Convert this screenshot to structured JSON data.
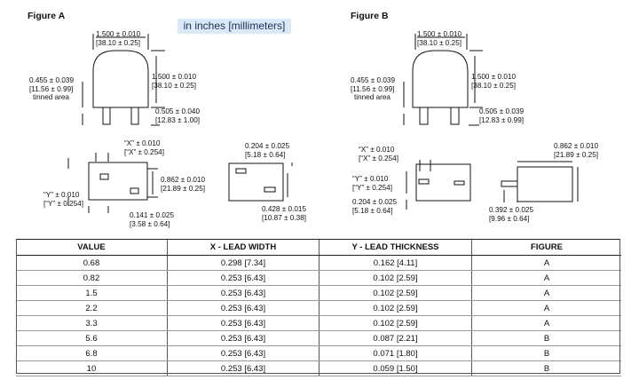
{
  "figure_a": {
    "title": "Figure A",
    "units_note": "in inches [millimeters]",
    "top_width": [
      "1.500 ± 0.010",
      "[38.10 ± 0.25]"
    ],
    "body_height": [
      "1.500 ± 0.010",
      "[38.10 ± 0.25]"
    ],
    "tinned": [
      "0.455 ± 0.039",
      "[11.56 ± 0.99]",
      "tinned area"
    ],
    "lead_length": [
      "0.505 ± 0.040",
      "[12.83 ± 1.00]"
    ],
    "x_dim": [
      "“X” ± 0.010",
      "[“X” ± 0.254]"
    ],
    "y_dim": [
      "“Y” ± 0.010",
      "[“Y” ± 0.254]"
    ],
    "pitch": [
      "0.862 ± 0.010",
      "[21.89 ± 0.25]"
    ],
    "offset": [
      "0.141 ± 0.025",
      "[3.58 ± 0.64]"
    ],
    "side_width": [
      "0.204 ± 0.025",
      "[5.18 ± 0.64]"
    ],
    "side_height": [
      "0.428 ± 0.015",
      "[10.87 ± 0.38]"
    ]
  },
  "figure_b": {
    "title": "Figure B",
    "top_width": [
      "1.500 ± 0.010",
      "[38.10 ± 0.25]"
    ],
    "body_height": [
      "1.500 ± 0.010",
      "[38.10 ± 0.25]"
    ],
    "tinned": [
      "0.455 ± 0.039",
      "[11.56 ± 0.99]",
      "tinned area"
    ],
    "lead_length": [
      "0.505 ± 0.039",
      "[12.83 ± 0.99]"
    ],
    "x_dim": [
      "“X” ± 0.010",
      "[“X” ± 0.254]"
    ],
    "y_dim": [
      "“Y” ± 0.010",
      "[“Y” ± 0.254]"
    ],
    "offset": [
      "0.204 ± 0.025",
      "[5.18 ± 0.64]"
    ],
    "side_width": [
      "0.862 ± 0.010",
      "[21.89 ± 0.25]"
    ],
    "lead_off": [
      "0.392 ± 0.025",
      "[9.96 ± 0.64]"
    ]
  },
  "table": {
    "headers": [
      "VALUE",
      "X - LEAD WIDTH",
      "Y - LEAD THICKNESS",
      "FIGURE"
    ],
    "rows": [
      [
        "0.68",
        "0.298 [7.34]",
        "0.162 [4.11]",
        "A"
      ],
      [
        "0.82",
        "0.253 [6.43]",
        "0.102 [2.59]",
        "A"
      ],
      [
        "1.5",
        "0.253 [6.43]",
        "0.102 [2.59]",
        "A"
      ],
      [
        "2.2",
        "0.253 [6.43]",
        "0.102 [2.59]",
        "A"
      ],
      [
        "3.3",
        "0.253 [6.43]",
        "0.102 [2.59]",
        "A"
      ],
      [
        "5.6",
        "0.253 [6.43]",
        "0.087 [2.21]",
        "B"
      ],
      [
        "6.8",
        "0.253 [6.43]",
        "0.071 [1.80]",
        "B"
      ],
      [
        "10",
        "0.253 [6.43]",
        "0.059 [1.50]",
        "B"
      ]
    ]
  }
}
